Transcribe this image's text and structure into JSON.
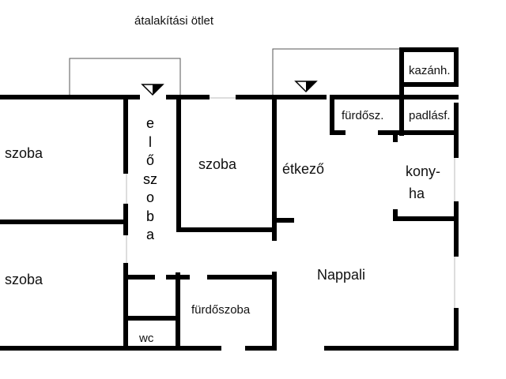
{
  "title": "átalakítási ötlet",
  "rooms": {
    "szoba_top_left": "szoba",
    "szoba_bottom_left": "szoba",
    "eloszoba_letters": [
      "e",
      "l",
      "ő",
      "sz",
      "o",
      "b",
      "a"
    ],
    "szoba_middle": "szoba",
    "etkezo": "étkező",
    "kazanhaz": "kazánh.",
    "furdo_small": "fürdősz.",
    "padlas": "padlásf.",
    "konyha_line1": "kony-",
    "konyha_line2": "ha",
    "nappali": "Nappali",
    "furdoszoba": "fürdőszoba",
    "wc": "wc"
  },
  "colors": {
    "wall": "#000000",
    "thin_line": "#555555",
    "window": "#cccccc"
  }
}
